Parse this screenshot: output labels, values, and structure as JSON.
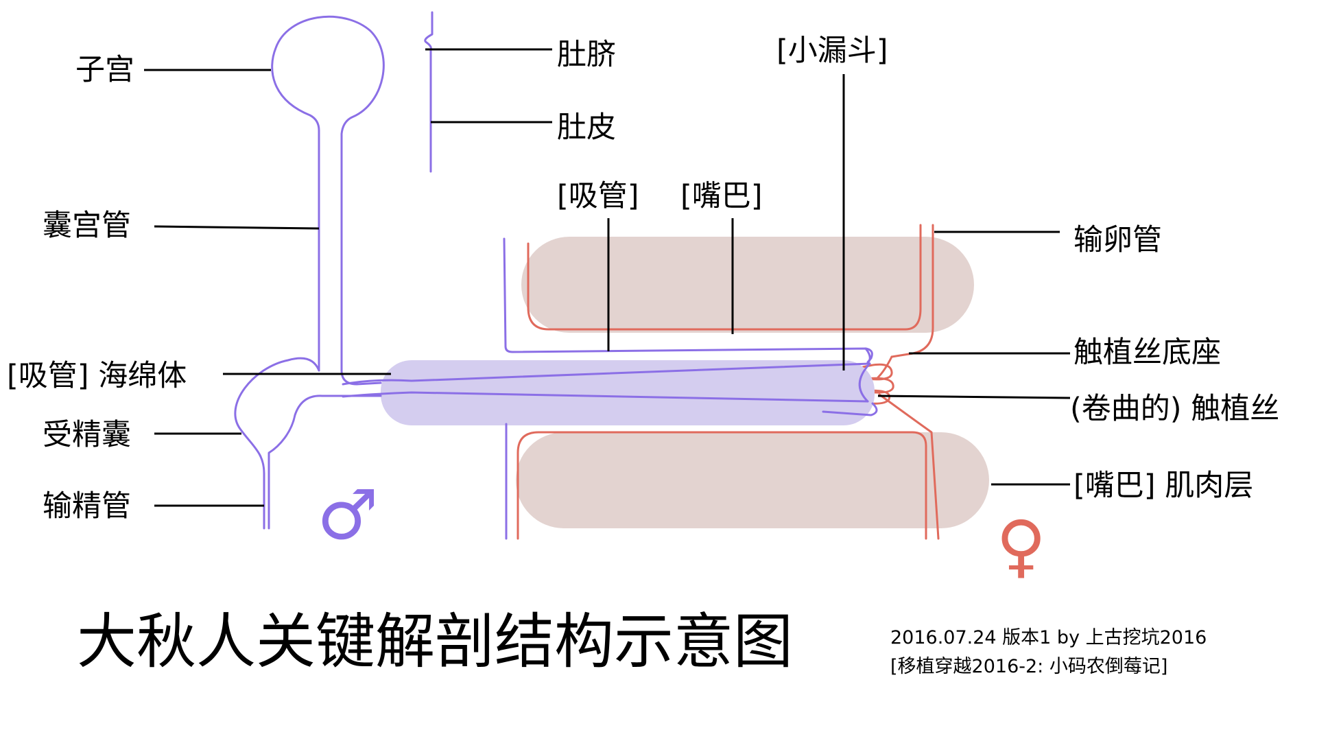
{
  "labels": {
    "uterus": "子宫",
    "navel": "肚脐",
    "belly_skin": "肚皮",
    "funnel": "[小漏斗]",
    "sac_uterine_duct": "囊宫管",
    "sucker_top": "[吸管]",
    "mouth_top": "[嘴巴]",
    "oviduct": "输卵管",
    "sucker_spongy": "[吸管] 海绵体",
    "tentacle_base": "触植丝底座",
    "curled_tentacle": "(卷曲的) 触植丝",
    "seminal_sac": "受精囊",
    "vas_deferens": "输精管",
    "mouth_muscle": "[嘴巴] 肌肉层"
  },
  "symbols": {
    "male": "♂",
    "female": "♀",
    "male_color": "#8b6fe6",
    "female_color": "#e06a5c"
  },
  "colors": {
    "male_tissue": "#8b6fe6",
    "male_fill": "#d4cdef",
    "female_tissue": "#e06a5c",
    "muscle_fill": "#e3d3d0"
  },
  "title": "大秋人关键解剖结构示意图",
  "credit_line1": "2016.07.24 版本1 by 上古挖坑2016",
  "credit_line2": "[移植穿越2016-2: 小码农倒莓记]"
}
